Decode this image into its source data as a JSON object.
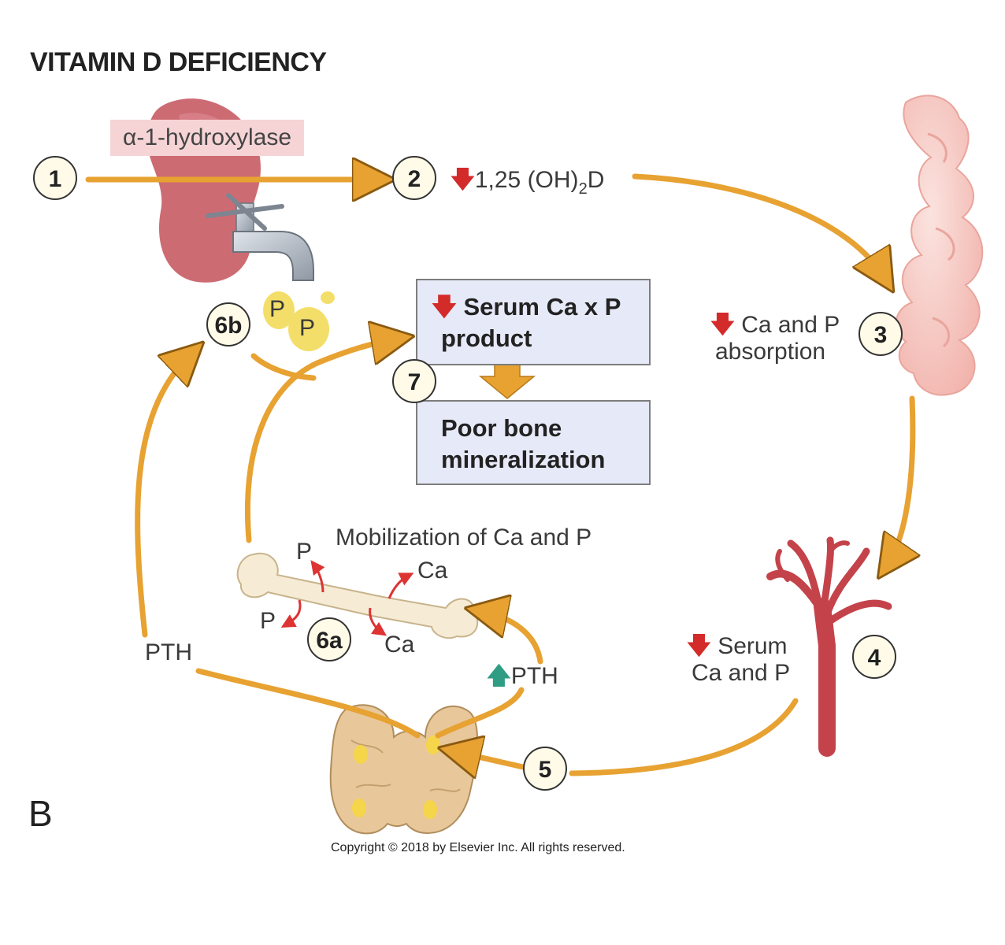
{
  "title": "VITAMIN D DEFICIENCY",
  "enzyme_label": "α-1-hydroxylase",
  "steps": {
    "s1": "1",
    "s2": "2",
    "s3": "3",
    "s4": "4",
    "s5": "5",
    "s6a": "6a",
    "s6b": "6b",
    "s7": "7"
  },
  "step2": {
    "prefix": "1,25 (OH)",
    "subscript": "2",
    "suffix": "D"
  },
  "step3": {
    "line1": "Ca and P",
    "line2": "absorption"
  },
  "step4": {
    "line1": "Serum",
    "line2": "Ca and P"
  },
  "box_top": {
    "line1": "Serum Ca x P",
    "line2": "product"
  },
  "box_bottom": {
    "line1": "Poor bone",
    "line2": "mineralization"
  },
  "mobilization_label": "Mobilization of Ca and P",
  "bone_ions": {
    "p_top": "P",
    "ca_top": "Ca",
    "p_bottom": "P",
    "ca_bottom": "Ca"
  },
  "phosphate_drops": {
    "p1": "P",
    "p2": "P"
  },
  "pth_left": "PTH",
  "pth_up": "PTH",
  "panel_letter": "B",
  "copyright": "Copyright © 2018 by Elsevier Inc. All rights reserved.",
  "colors": {
    "arrow": "#e7a232",
    "decrease": "#d32a2a",
    "increase": "#2e9d83",
    "box_fill": "#e6e9f7",
    "enzyme_fill": "#f6d4d6"
  }
}
